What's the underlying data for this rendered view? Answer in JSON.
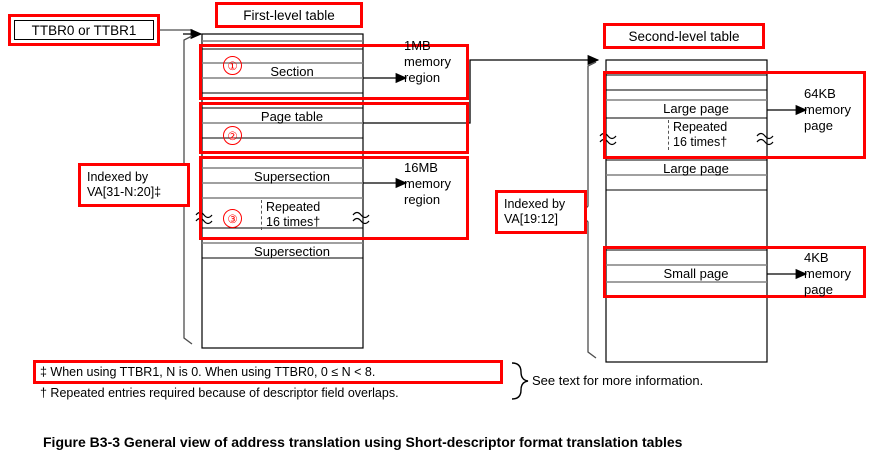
{
  "figure": {
    "caption": "Figure B3-3 General view of address translation using Short-descriptor format translation tables",
    "see_text": "See text for more information.",
    "footnote_1": "‡ When using TTBR1, N is 0. When using TTBR0, 0 ≤ N < 8.",
    "footnote_2": "† Repeated entries required because of descriptor field overlaps.",
    "highlight_color": "#FF0000",
    "line_color": "#000000"
  },
  "ttbr": {
    "label": "TTBR0 or TTBR1"
  },
  "first_level": {
    "header": "First-level table",
    "indexed_by_line1": "Indexed by",
    "indexed_by_line2": "VA[31-N:20]‡",
    "entries": [
      {
        "num": "①",
        "label": "Section",
        "target_line1": "1MB",
        "target_line2": "memory",
        "target_line3": "region"
      },
      {
        "num": "②",
        "label": "Page table",
        "target_line1": "",
        "target_line2": "",
        "target_line3": ""
      },
      {
        "num": "③",
        "label": "Supersection",
        "target_line1": "16MB",
        "target_line2": "memory",
        "target_line3": "region"
      }
    ],
    "supersection_repeat_line1": "Repeated",
    "supersection_repeat_line2": "16 times†",
    "supersection_second": "Supersection"
  },
  "second_level": {
    "header": "Second-level table",
    "indexed_by_line1": "Indexed by",
    "indexed_by_line2": "VA[19:12]",
    "entries": [
      {
        "label": "Large page",
        "target_line1": "64KB",
        "target_line2": "memory",
        "target_line3": "page"
      },
      {
        "label": "Small page",
        "target_line1": "4KB",
        "target_line2": "memory",
        "target_line3": "page"
      }
    ],
    "large_page_repeat_line1": "Repeated",
    "large_page_repeat_line2": "16 times†",
    "large_page_second": "Large page"
  }
}
